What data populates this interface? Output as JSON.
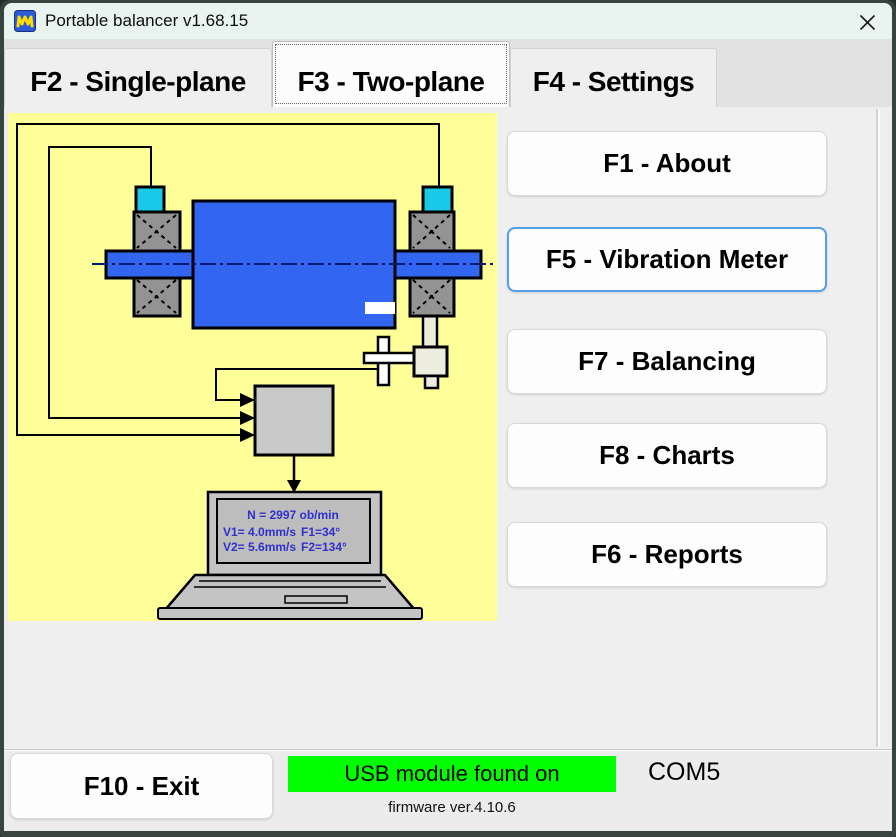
{
  "titlebar": {
    "title": "Portable balancer v1.68.15"
  },
  "tabs": [
    {
      "label": "F2 - Single-plane",
      "selected": false
    },
    {
      "label": "F3 - Two-plane",
      "selected": true
    },
    {
      "label": "F4 - Settings",
      "selected": false
    }
  ],
  "menu_buttons": [
    {
      "label": "F1 - About"
    },
    {
      "label": "F5 - Vibration Meter"
    },
    {
      "label": "F7 - Balancing"
    },
    {
      "label": "F8 - Charts"
    },
    {
      "label": "F6 - Reports"
    }
  ],
  "diagram": {
    "laptop_screen": {
      "line1": "N = 2997 ob/min",
      "v1": "V1= 4.0mm/s",
      "f1": "F1=34°",
      "v2": "V2= 5.6mm/s",
      "f2": "F2=134°"
    },
    "colors": {
      "background": "#ffff99",
      "rotor": "#3366f0",
      "sensor": "#1ac8e8",
      "bearing": "#939393",
      "device": "#c9c9c9"
    }
  },
  "bottombar": {
    "exit_label": "F10 - Exit",
    "status_text": "USB module found on",
    "status_color": "#00ff00",
    "port": "COM5",
    "firmware": "firmware ver.4.10.6"
  }
}
